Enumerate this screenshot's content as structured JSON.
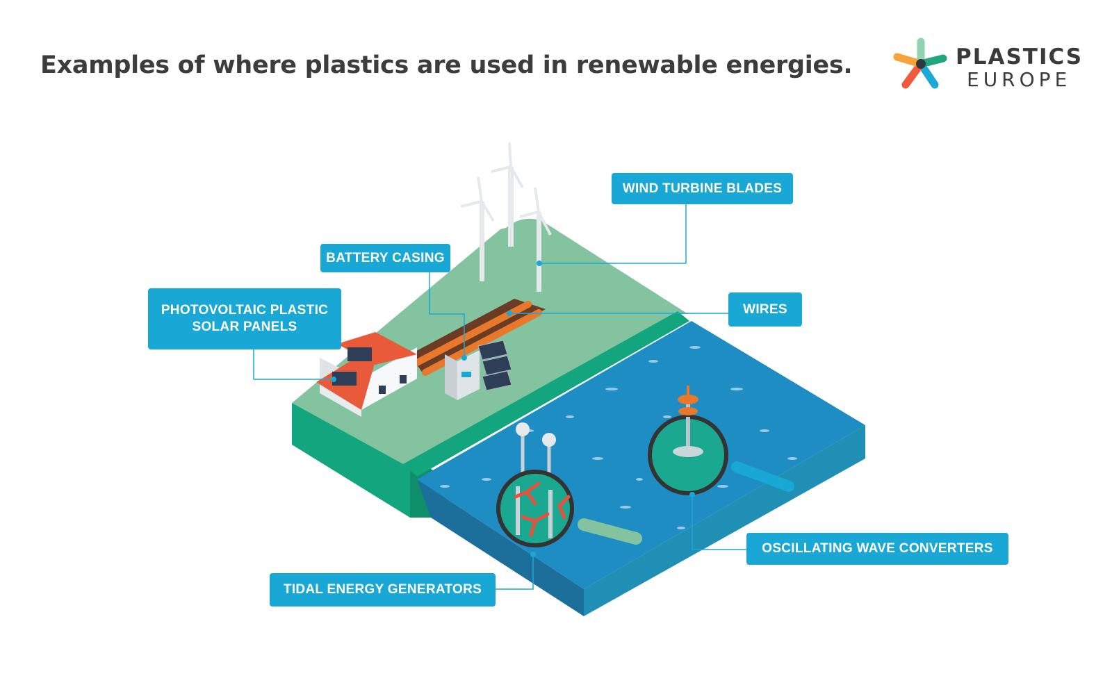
{
  "title": "Examples of where plastics are used in renewable energies.",
  "logo": {
    "line1": "PLASTICS",
    "line2": "EUROPE"
  },
  "labels": {
    "wind": "WIND TURBINE BLADES",
    "battery": "BATTERY CASING",
    "solar_line1": "PHOTOVOLTAIC PLASTIC",
    "solar_line2": "SOLAR PANELS",
    "wires": "WIRES",
    "wave": "OSCILLATING WAVE CONVERTERS",
    "tidal": "TIDAL ENERGY GENERATORS"
  },
  "colors": {
    "label_bg": "#19a8d6",
    "land_top": "#84c39f",
    "land_side": "#13a57d",
    "sea_top": "#1e8dc4",
    "sea_side": "#1c78a8",
    "roof": "#e85a3a",
    "pipe": "#e8782c"
  }
}
